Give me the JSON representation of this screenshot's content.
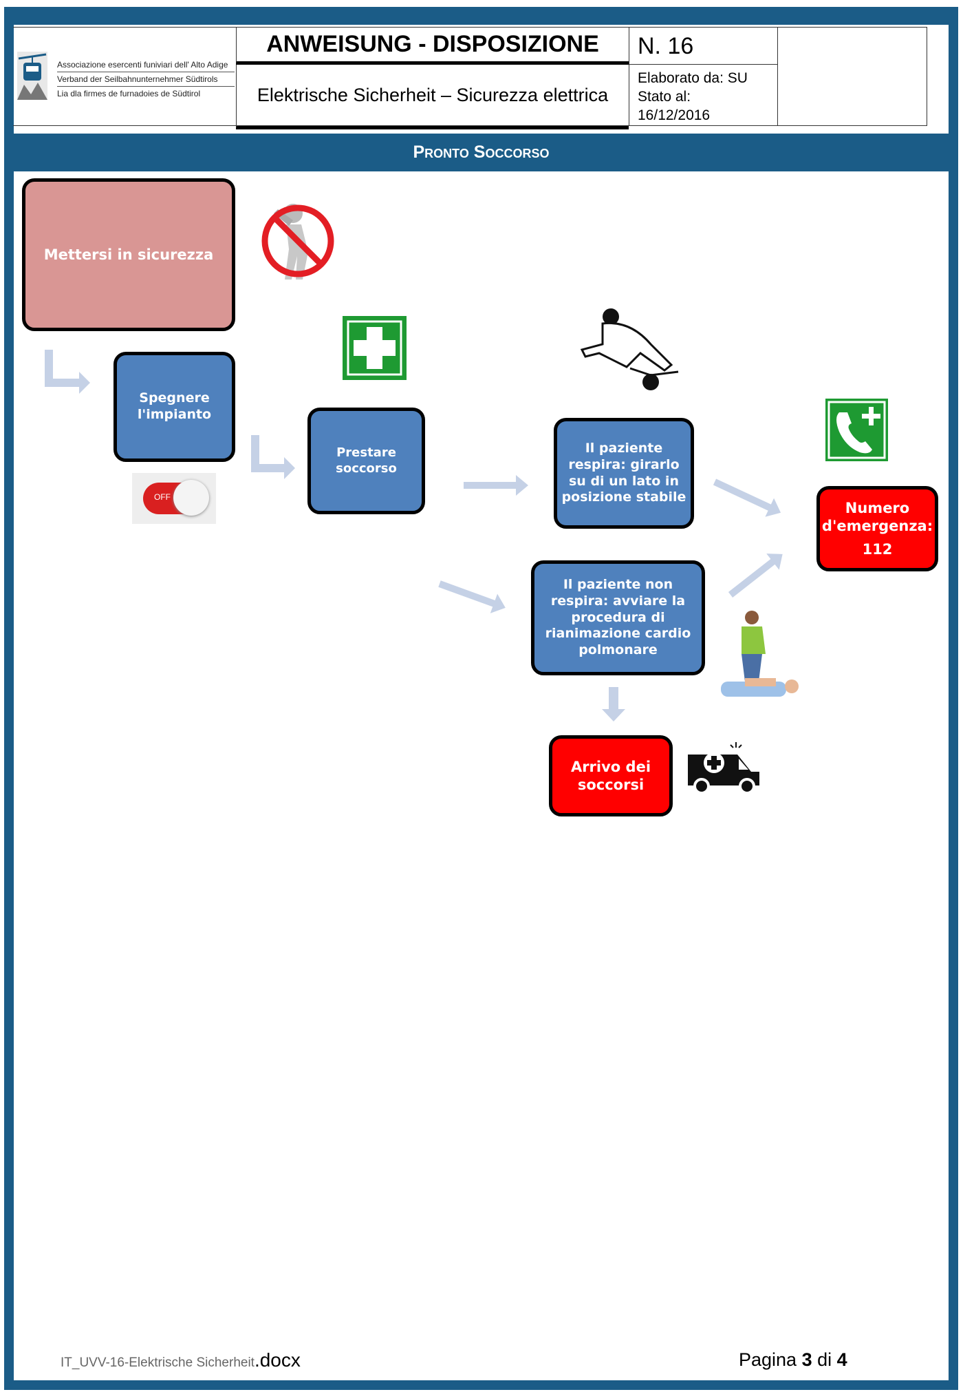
{
  "header": {
    "logo_lines": [
      "Associazione esercenti funiviari dell' Alto Adige",
      "Verband der Seilbahnunternehmer Südtirols",
      "Lia dla firmes de furnadoies de Südtirol"
    ],
    "title": "ANWEISUNG - DISPOSIZIONE",
    "subtitle": "Elektrische Sicherheit – Sicurezza elettrica",
    "number": "N. 16",
    "elaborato": "Elaborato da: SU",
    "stato_label": "Stato al:",
    "stato_date": "16/12/2016"
  },
  "section_title": "Pronto Soccorso",
  "flow": {
    "safety": "Mettersi in sicurezza",
    "switch_off": "Spegnere l'impianto",
    "switch_label": "OFF",
    "help": "Prestare soccorso",
    "breathing": "Il paziente respira: girarlo su di un lato in posizione stabile",
    "not_breathing": "Il paziente non respira: avviare la procedura di rianimazione cardio polmonare",
    "emergency_line1": "Numero d'emergenza:",
    "emergency_number": "112",
    "arrival": "Arrivo dei soccorsi"
  },
  "colors": {
    "brand_blue": "#1b5c87",
    "box_blue": "#4f81bd",
    "box_red": "#ff0000",
    "box_pink": "#d99694",
    "arrow": "#c5d1e6"
  },
  "footer": {
    "filename": "IT_UVV-16-Elektrische Sicherheit",
    "extension": ".docx",
    "page_prefix": "Pagina",
    "page_current": "3",
    "page_sep": "di",
    "page_total": "4"
  }
}
